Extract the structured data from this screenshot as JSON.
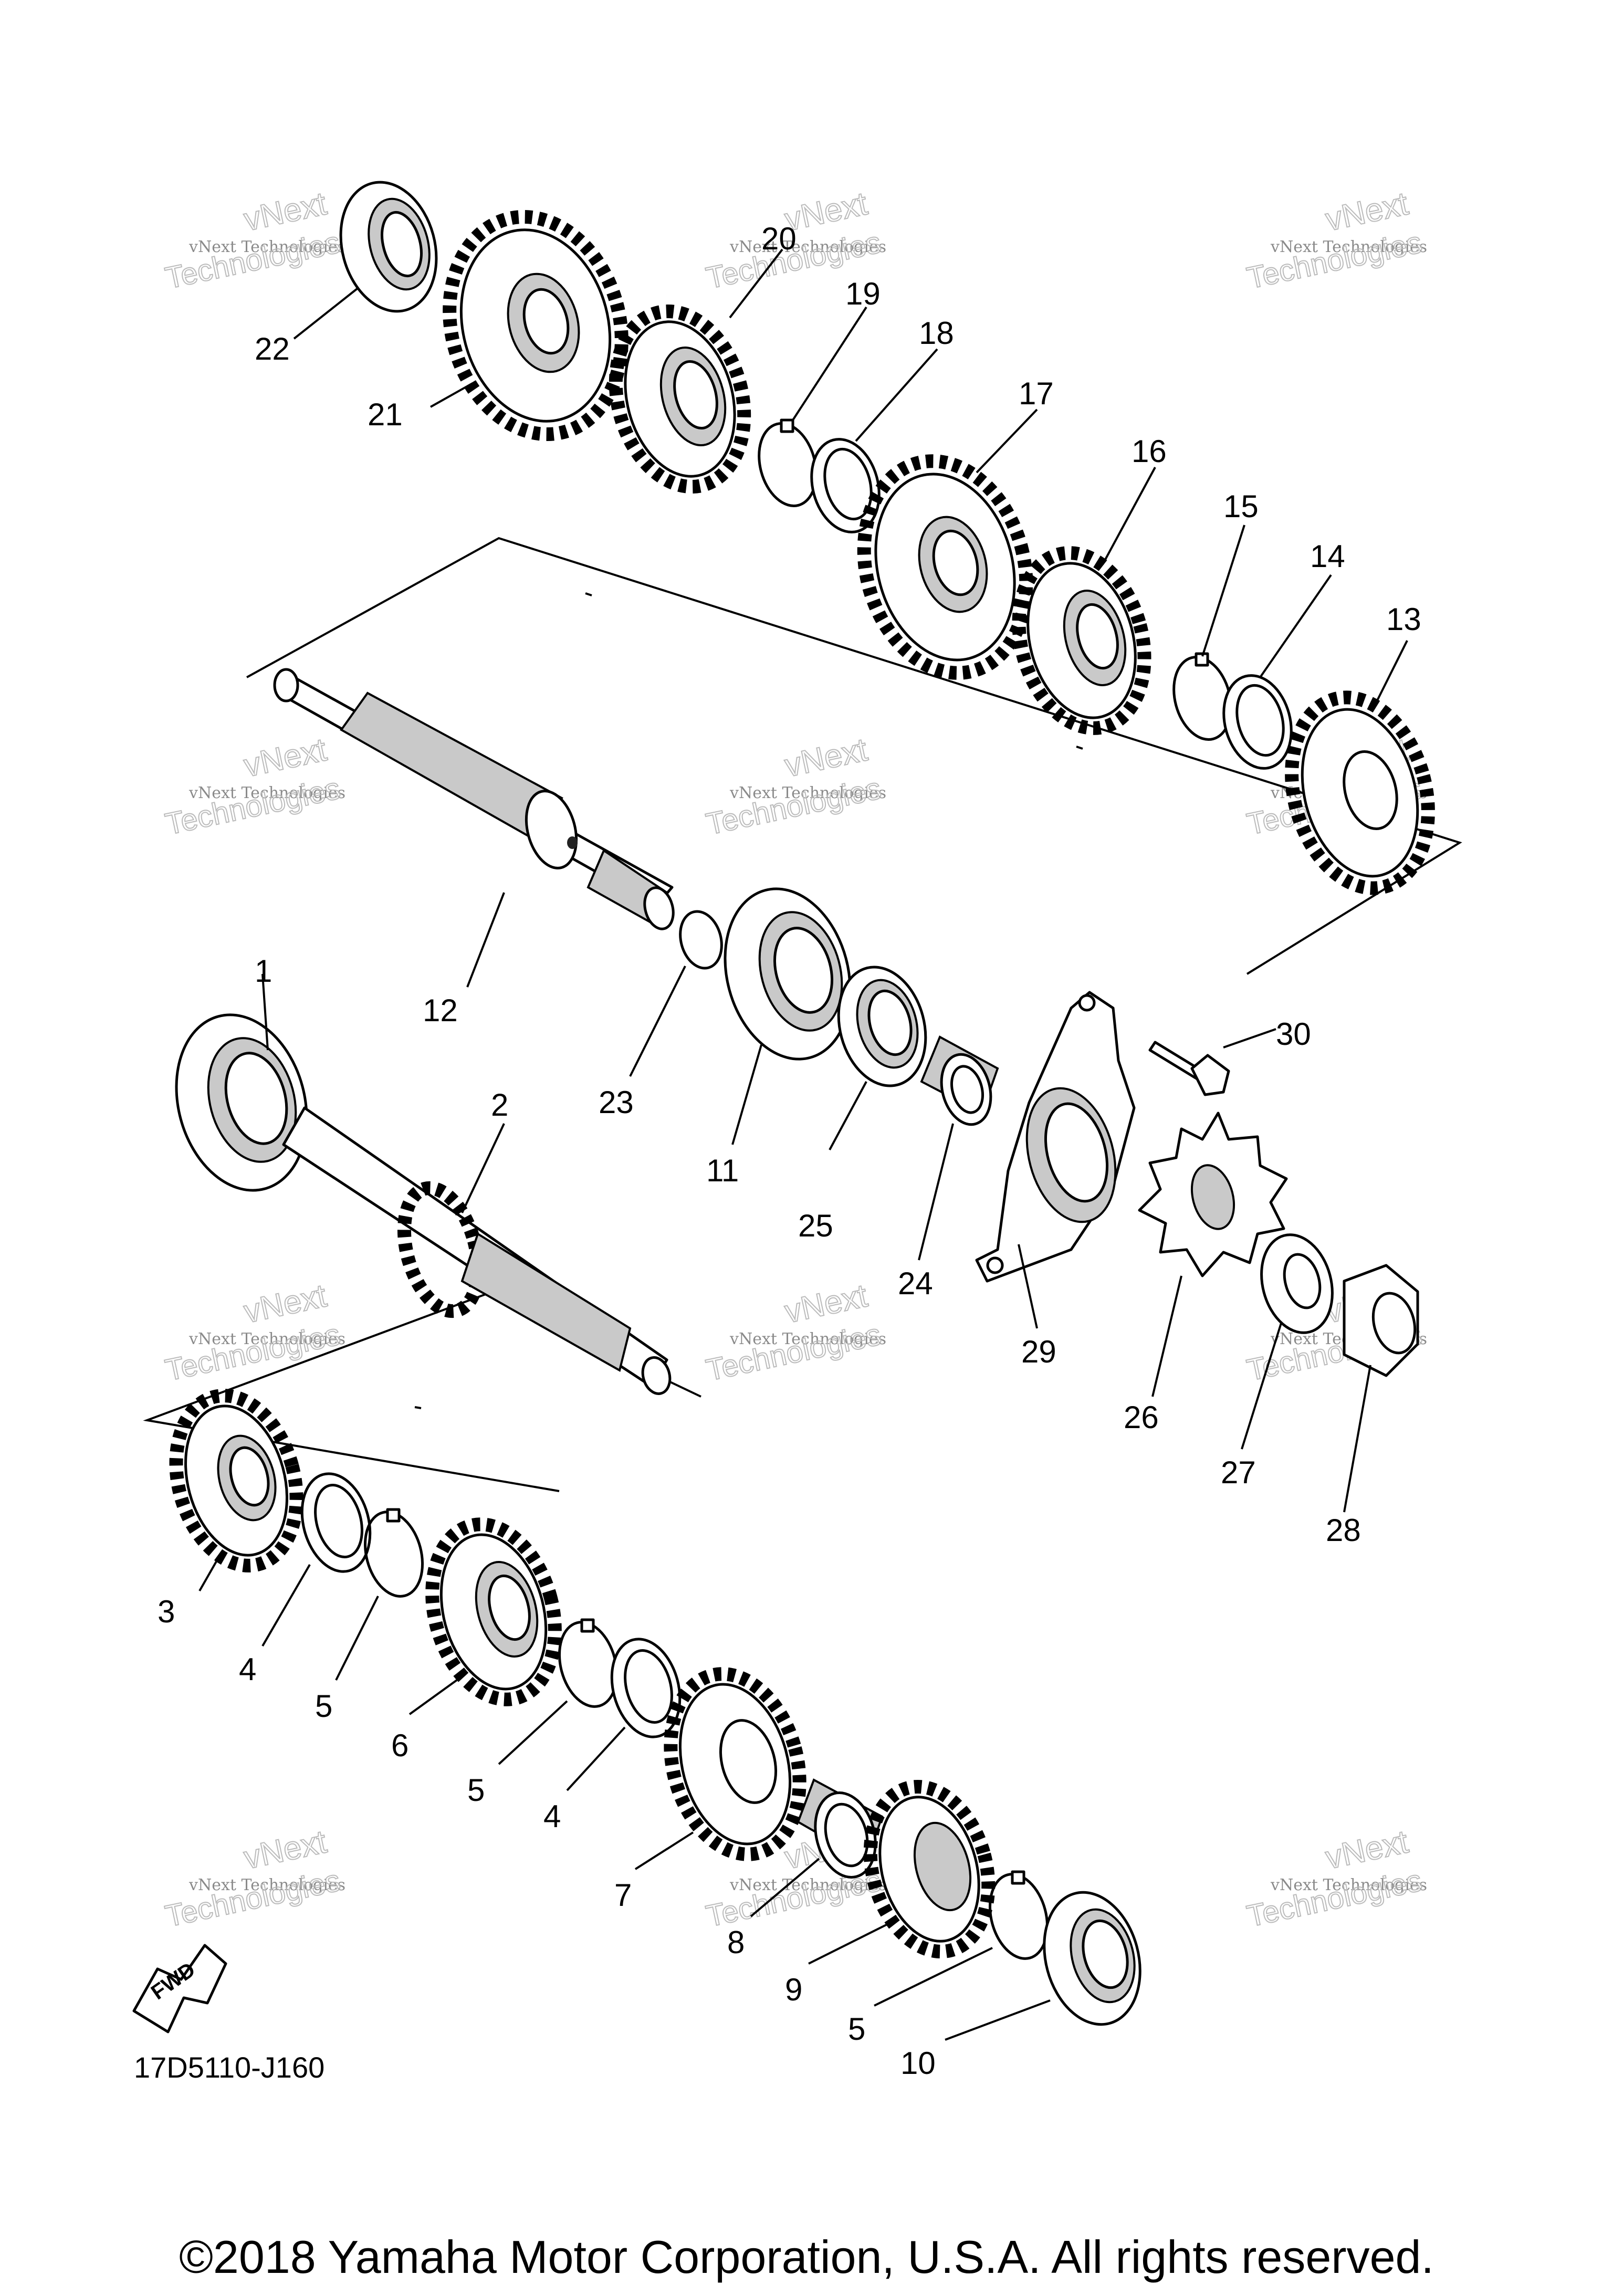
{
  "diagram": {
    "reference_code": "17D5110-J160",
    "copyright": "©2018 Yamaha Motor Corporation, U.S.A. All rights reserved.",
    "fwd_label": "FWD",
    "watermark": {
      "line1": "vNext",
      "line2": "vNext Technologies",
      "line3": "Technologies"
    },
    "callouts": [
      "1",
      "2",
      "3",
      "4",
      "5",
      "6",
      "5",
      "4",
      "7",
      "8",
      "9",
      "5",
      "10",
      "11",
      "12",
      "13",
      "14",
      "15",
      "16",
      "17",
      "18",
      "19",
      "20",
      "21",
      "22",
      "23",
      "24",
      "25",
      "26",
      "27",
      "28",
      "29",
      "30"
    ]
  }
}
